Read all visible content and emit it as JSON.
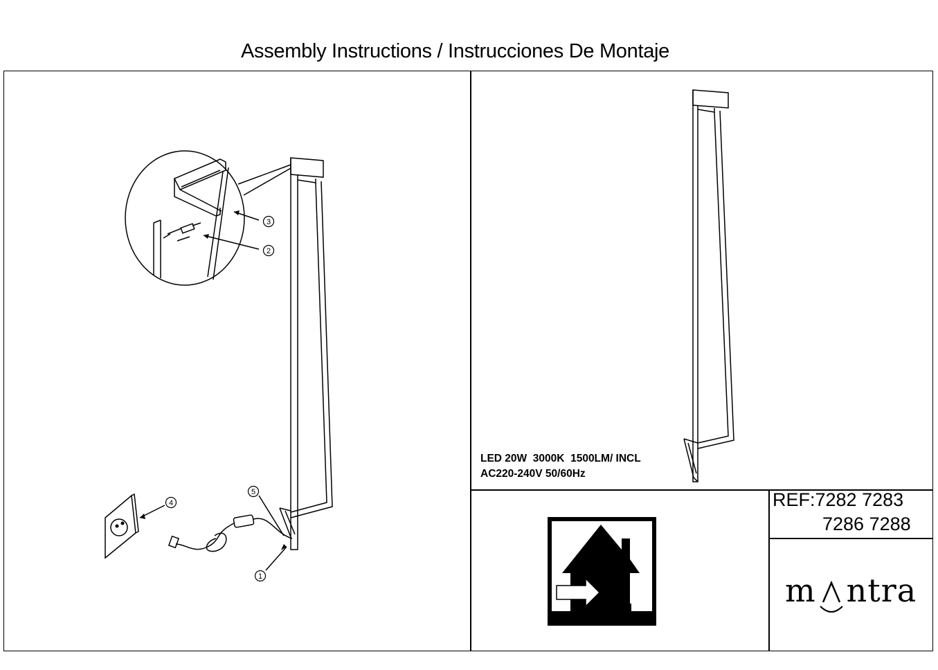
{
  "document": {
    "title": "Assembly Instructions / Instrucciones De Montaje"
  },
  "callouts": {
    "one": "1",
    "two": "2",
    "three": "3",
    "four": "4",
    "five": "5"
  },
  "specs": {
    "line1": "LED 20W  3000K  1500LM/ INCL",
    "line2": "AC220-240V 50/60Hz"
  },
  "reference": {
    "line1": "REF:7282 7283",
    "line2": "7286 7288"
  },
  "brand": {
    "part1": "m",
    "part2": "ntra"
  },
  "icons": {
    "indoor_use": "indoor-only-house-icon",
    "brand_symbol": "mantra-lambda-smile-icon"
  }
}
